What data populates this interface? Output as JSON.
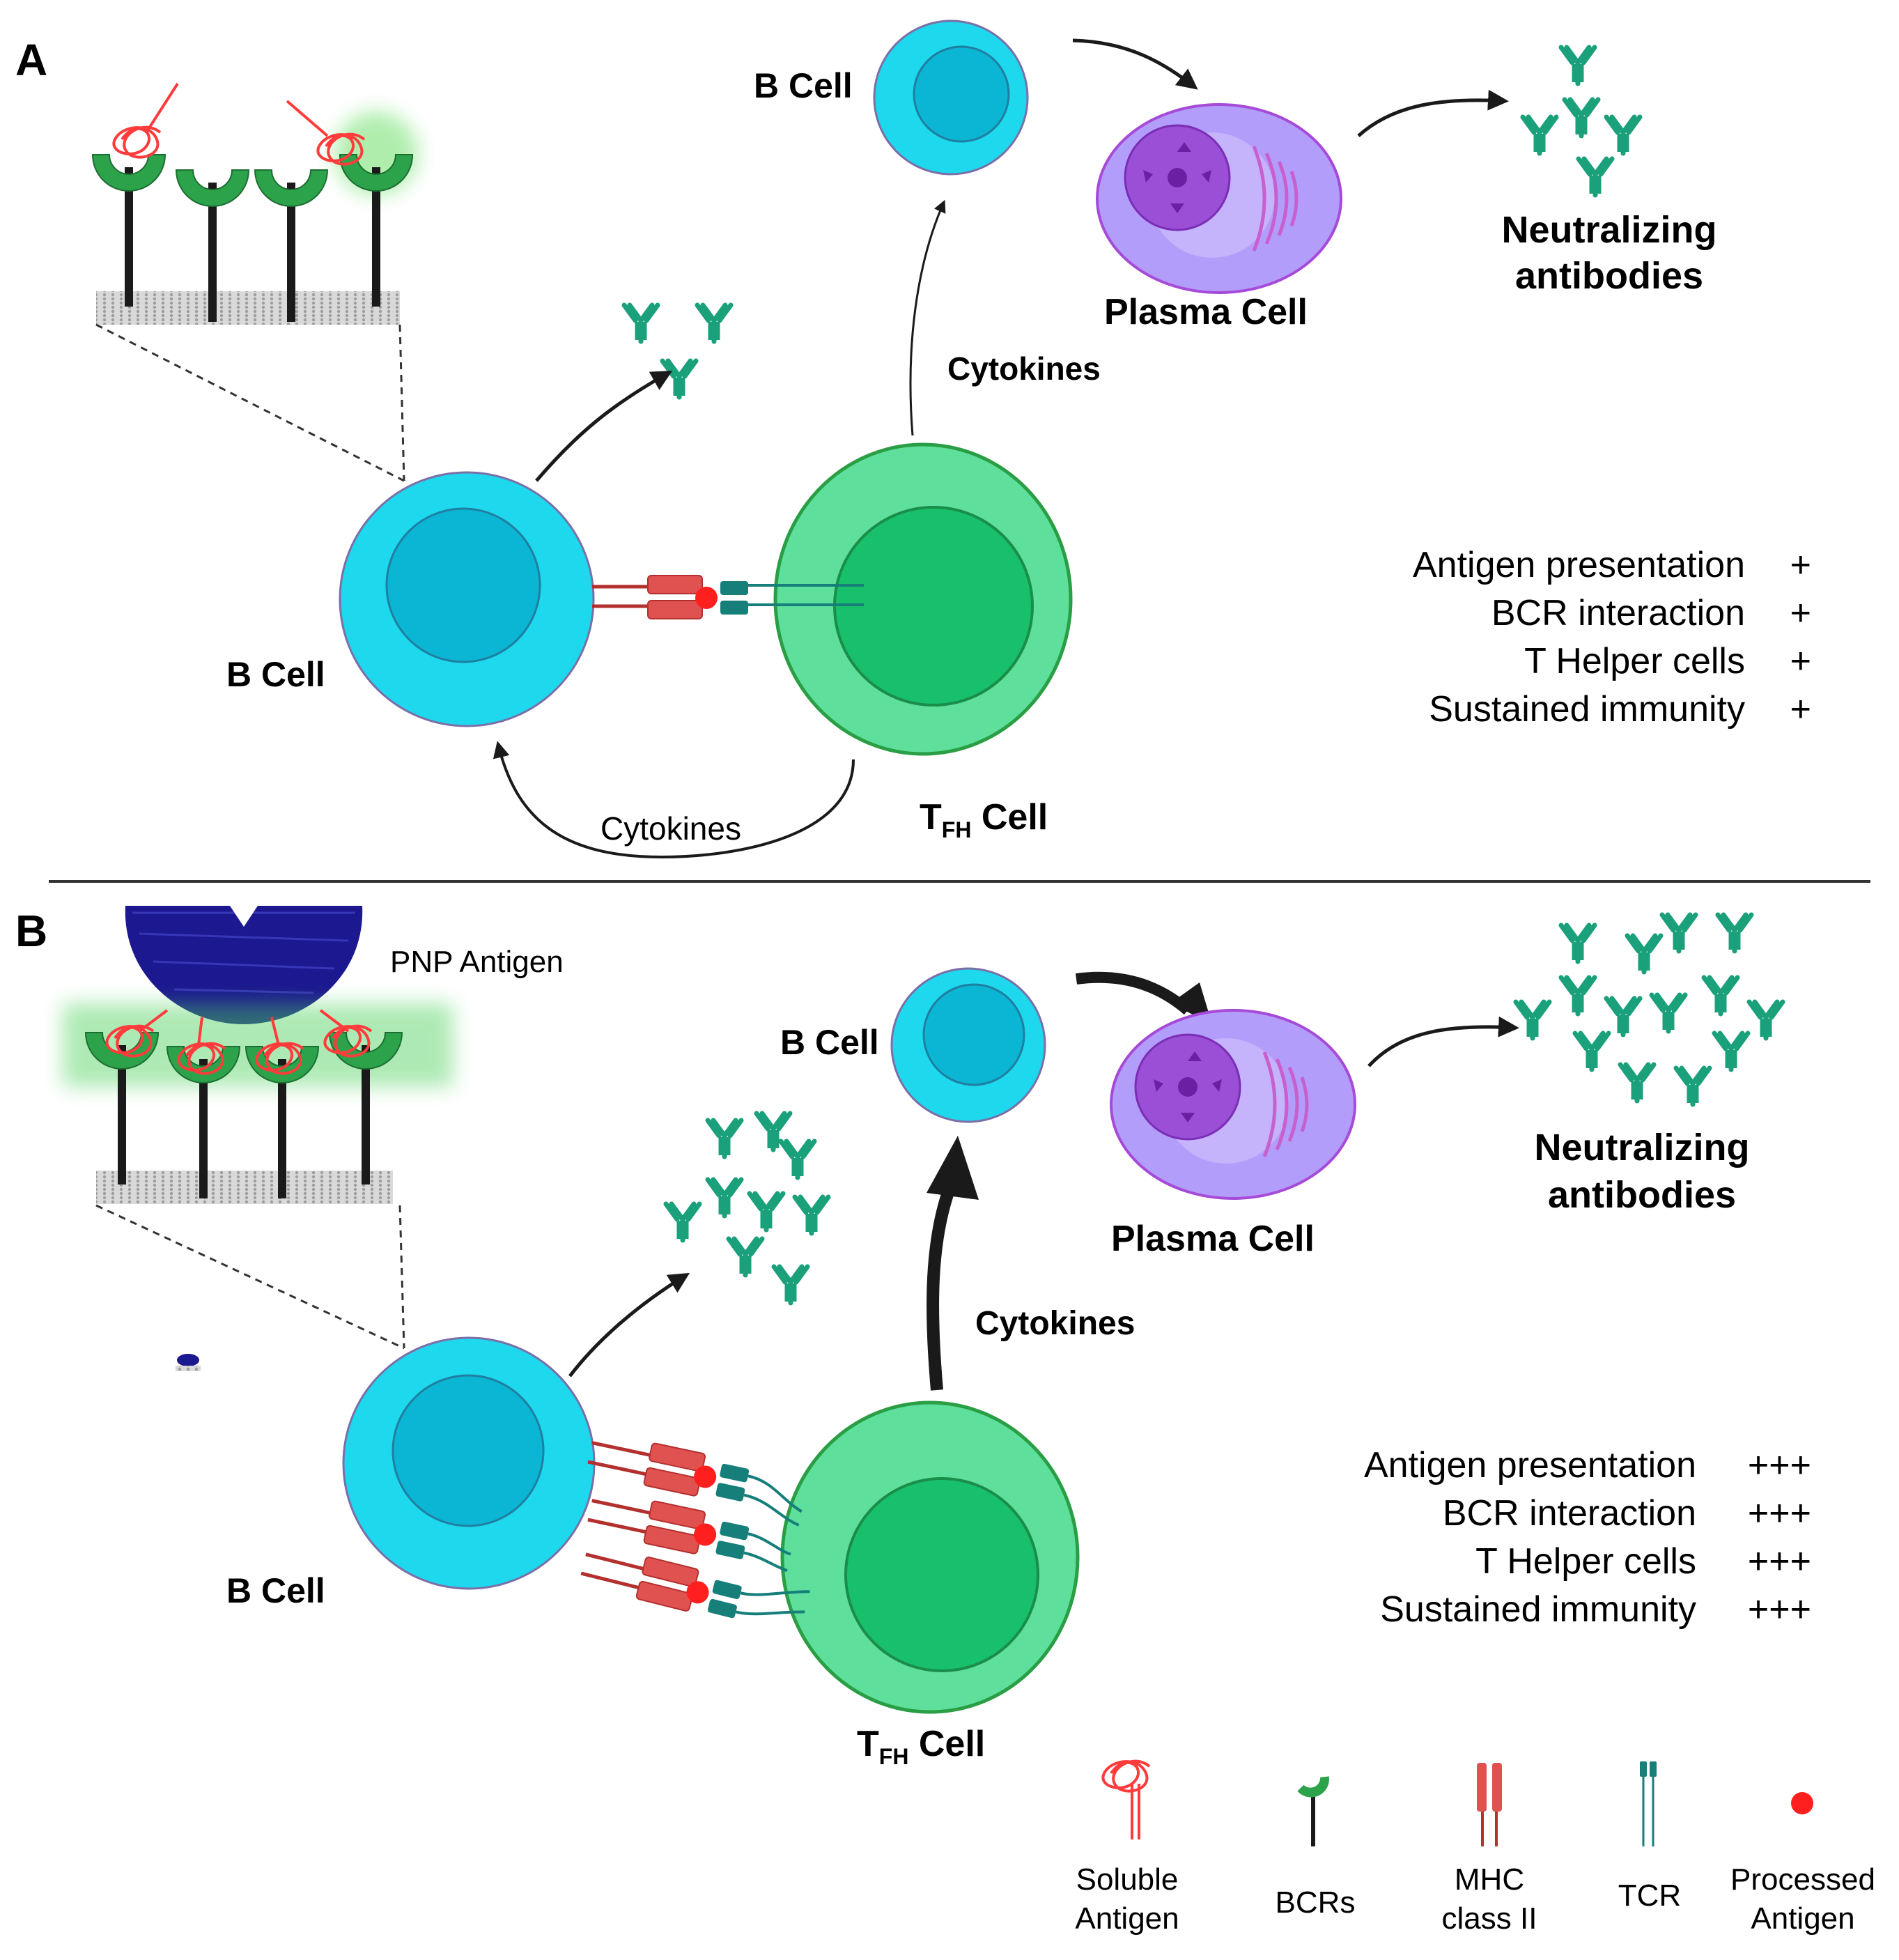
{
  "panel_a": {
    "letter": "A",
    "b_cell_top_label": "B Cell",
    "b_cell_main_label": "B Cell",
    "plasma_label": "Plasma Cell",
    "neutralizing_line1": "Neutralizing",
    "neutralizing_line2": "antibodies",
    "cytokines_upper": "Cytokines",
    "cytokines_lower": "Cytokines",
    "tfh_T": "T",
    "tfh_sub": "FH",
    "tfh_rest": " Cell",
    "attributes": [
      {
        "label": "Antigen presentation",
        "value": "+"
      },
      {
        "label": "BCR interaction",
        "value": "+"
      },
      {
        "label": "T Helper cells",
        "value": "+"
      },
      {
        "label": "Sustained  immunity",
        "value": "+"
      }
    ]
  },
  "panel_b": {
    "letter": "B",
    "pnp_label": "PNP Antigen",
    "b_cell_top_label": "B Cell",
    "b_cell_main_label": "B Cell",
    "plasma_label": "Plasma Cell",
    "neutralizing_line1": "Neutralizing",
    "neutralizing_line2": "antibodies",
    "cytokines": "Cytokines",
    "tfh_T": "T",
    "tfh_sub": "FH",
    "tfh_rest": " Cell",
    "attributes": [
      {
        "label": "Antigen presentation",
        "value": "+++"
      },
      {
        "label": "BCR interaction",
        "value": "+++"
      },
      {
        "label": "T Helper cells",
        "value": "+++"
      },
      {
        "label": "Sustained  immunity",
        "value": "+++"
      }
    ]
  },
  "legend": {
    "soluble_1": "Soluble",
    "soluble_2": "Antigen",
    "bcr": "BCRs",
    "mhc_1": "MHC",
    "mhc_2": "class II",
    "tcr": "TCR",
    "processed_1": "Processed",
    "processed_2": "Antigen"
  },
  "colors": {
    "b_cell": "#1ed8ee",
    "b_nucleus": "#0bb5d4",
    "t_cell": "#5edf9c",
    "t_nucleus": "#18c06b",
    "plasma": "#b39dfa",
    "plasma_nucleus": "#9a4fd6",
    "antibody": "#1aa07a",
    "mhc": "#e05250",
    "tcr": "#167f7a",
    "antigen": "#ff3b3b",
    "bcr_cup": "#2ca34a",
    "pnp": "#1c1890"
  }
}
